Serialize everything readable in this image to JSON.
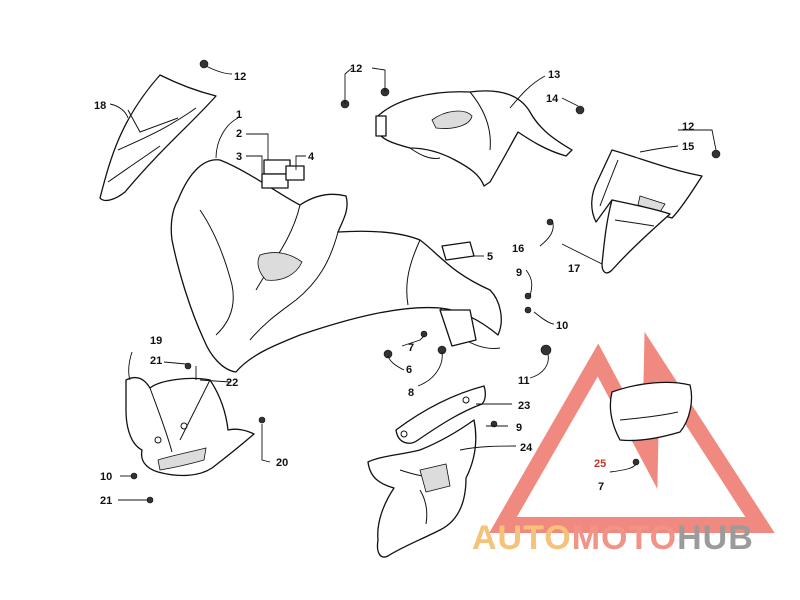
{
  "watermark": {
    "part1": "AUTO",
    "part2": "MOTO",
    "part3": "HUB",
    "colors": {
      "part1": "#f5c27a",
      "part2": "#f29387",
      "part3": "#9b9b9b",
      "triangle": "#f08a80"
    }
  },
  "callouts": {
    "c1": "1",
    "c2": "2",
    "c3": "3",
    "c4": "4",
    "c5": "5",
    "c6": "6",
    "c7a": "7",
    "c7b": "7",
    "c8": "8",
    "c9a": "9",
    "c9b": "9",
    "c10a": "10",
    "c10b": "10",
    "c11": "11",
    "c12a": "12",
    "c12b": "12",
    "c12c": "12",
    "c13": "13",
    "c14": "14",
    "c15": "15",
    "c16": "16",
    "c17": "17",
    "c18": "18",
    "c19": "19",
    "c20": "20",
    "c21a": "21",
    "c21b": "21",
    "c22": "22",
    "c23": "23",
    "c24": "24",
    "c25": "25"
  }
}
